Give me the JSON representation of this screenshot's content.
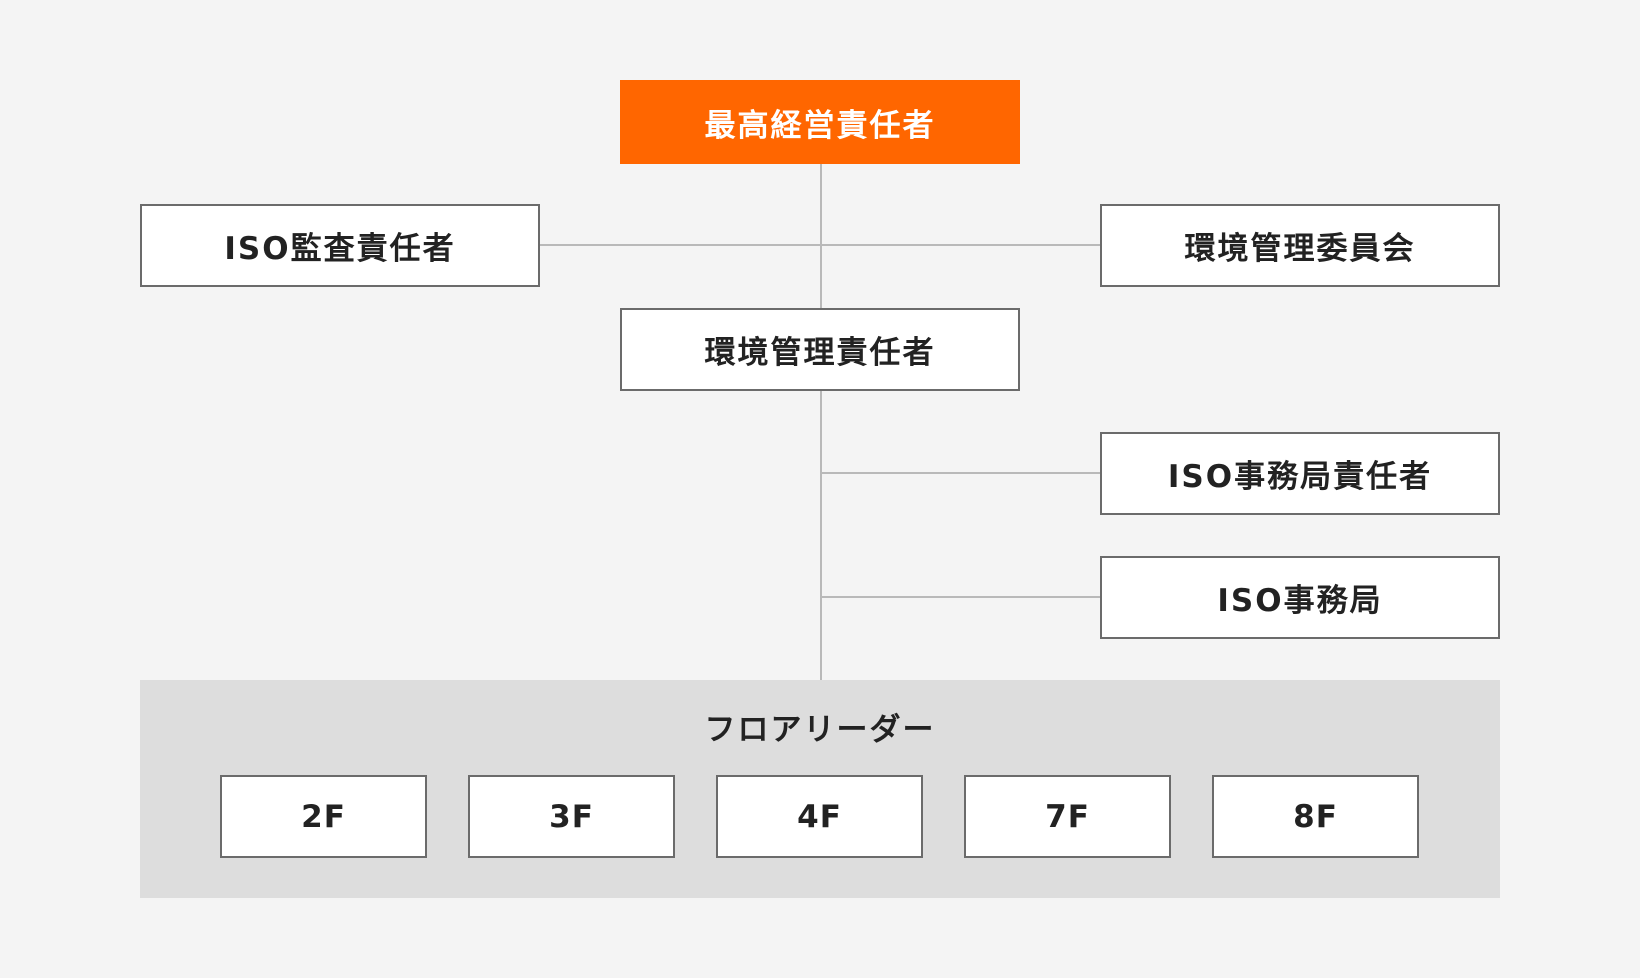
{
  "diagram": {
    "top_executive": "最高経営責任者",
    "iso_audit_manager": "ISO監査責任者",
    "env_committee": "環境管理委員会",
    "env_manager": "環境管理責任者",
    "iso_office_manager": "ISO事務局責任者",
    "iso_office": "ISO事務局",
    "floor_leaders": {
      "title": "フロアリーダー",
      "floors": [
        "2F",
        "3F",
        "4F",
        "7F",
        "8F"
      ]
    }
  },
  "colors": {
    "accent": "#ff6600",
    "background": "#f4f4f4",
    "panel": "#dddddd",
    "connector": "#b9b9b9",
    "border": "#6b6b6b"
  }
}
